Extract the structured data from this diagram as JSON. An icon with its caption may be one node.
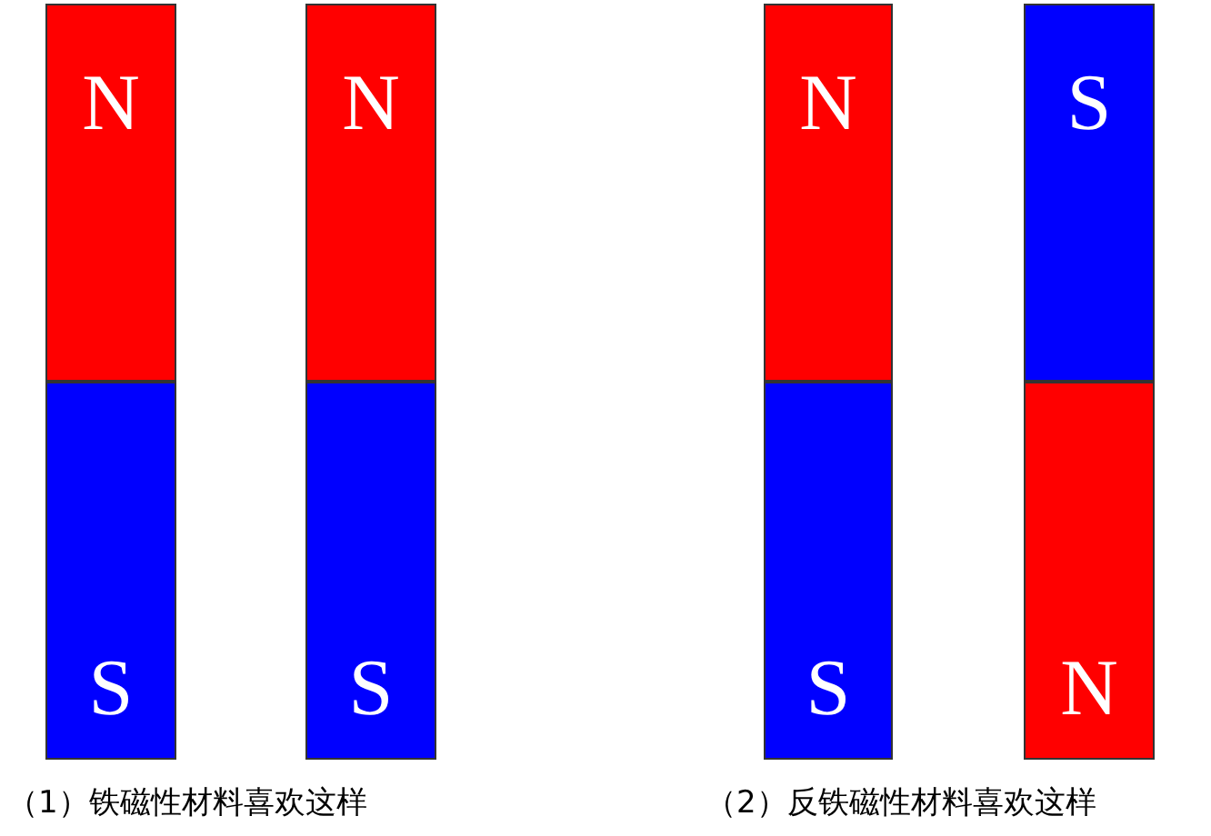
{
  "diagram": {
    "nodes": [
      {
        "text": [
          "N"
        ]
      },
      {
        "text": [
          "S"
        ]
      },
      {
        "text": [
          "N"
        ]
      },
      {
        "text": [
          "S"
        ]
      },
      {
        "text": [
          "N"
        ]
      },
      {
        "text": [
          "S"
        ]
      },
      {
        "text": [
          "S"
        ]
      },
      {
        "text": [
          "N"
        ]
      }
    ],
    "labels": [
      "（1）铁磁性材料喜欢这样",
      "（2）反铁磁性材料喜欢这样"
    ]
  }
}
